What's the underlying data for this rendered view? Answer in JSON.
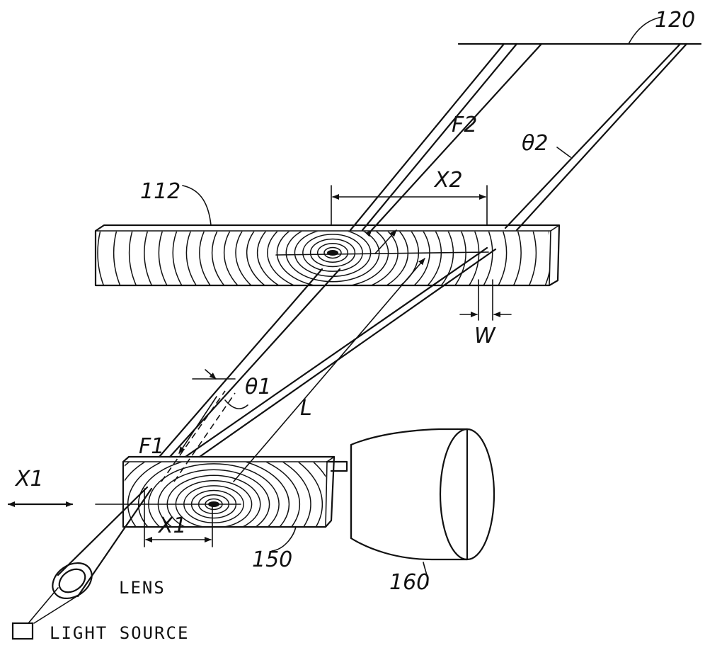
{
  "labels": {
    "plane": "120",
    "upper_plate": "112",
    "lower_plate": "150",
    "motor": "160",
    "f1": "F1",
    "f2": "F2",
    "theta1": "θ1",
    "theta2": "θ2",
    "x1_axis": "X1",
    "x1_dim": "X1",
    "x2_dim": "X2",
    "w_dim": "W",
    "l_dim": "L",
    "lens": "LENS",
    "light_source": "LIGHT SOURCE"
  },
  "colors": {
    "ink": "#111111",
    "paper": "#ffffff"
  }
}
